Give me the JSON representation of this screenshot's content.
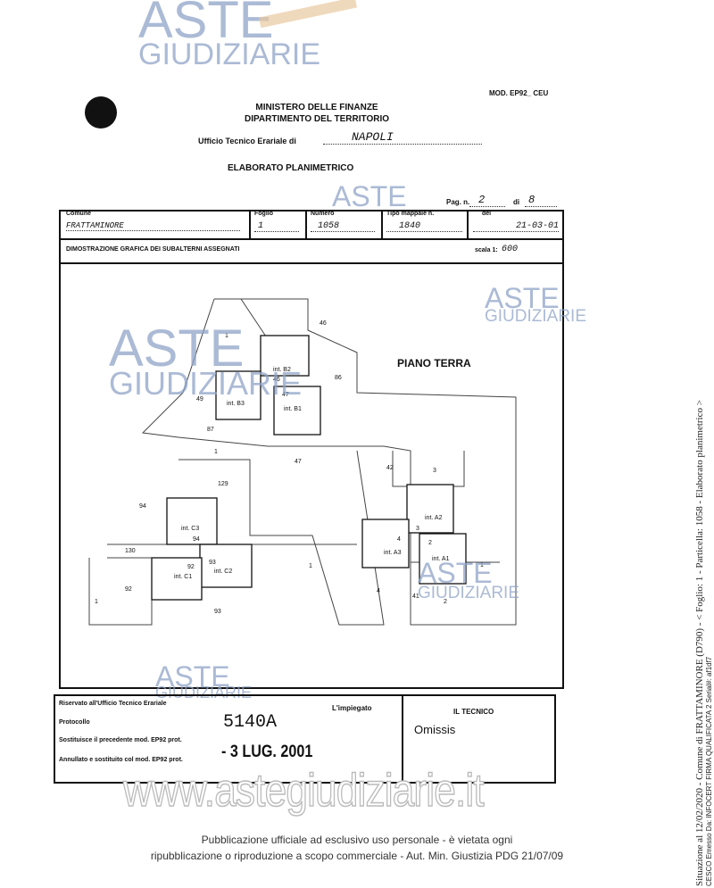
{
  "watermark": {
    "line1": "ASTE",
    "line2": "GIUDIZIARIE",
    "url": "www.astegiudiziarie.it"
  },
  "header": {
    "model": "MOD. EP92_ CEU",
    "ministry": "MINISTERO DELLE FINANZE",
    "department": "DIPARTIMENTO DEL TERRITORIO",
    "office_label": "Ufficio Tecnico Erariale di",
    "office_value": "NAPOLI",
    "title": "ELABORATO PLANIMETRICO",
    "page_label": "Pag. n.",
    "page_value": "2",
    "of_label": "di",
    "of_value": "8"
  },
  "fields": {
    "comune_label": "Comune",
    "comune_value": "FRATTAMINORE",
    "foglio_label": "Foglio",
    "foglio_value": "1",
    "numero_label": "Numero",
    "numero_value": "1058",
    "tipo_label": "Tipo mappale n.",
    "tipo_value": "1840",
    "del_label": "del",
    "del_value": "21-03-01",
    "section_title": "DIMOSTRAZIONE GRAFICA DEI SUBALTERNI ASSEGNATI",
    "scale_label": "scala 1:",
    "scale_value": "600"
  },
  "plan": {
    "floor_label": "PIANO TERRA",
    "labels": [
      "1",
      "46",
      "int. B2",
      "86",
      "49",
      "46",
      "47",
      "int. B3",
      "int. B1",
      "87",
      "1",
      "47",
      "129",
      "94",
      "int. C3",
      "94",
      "130",
      "92",
      "int. C2",
      "93",
      "92",
      "int. C1",
      "93",
      "1",
      "92",
      "1",
      "42",
      "3",
      "int. A2",
      "4",
      "3",
      "2",
      "int. A3",
      "int. A1",
      "1",
      "4",
      "41",
      "2"
    ]
  },
  "footer_box": {
    "reserved": "Riservato all'Ufficio Tecnico Erariale",
    "protocol_label": "Protocollo",
    "protocol_value": "5140A",
    "replace_label": "Sostituisce il precedente mod. EP92 prot.",
    "date_stamp": "- 3 LUG. 2001",
    "cancel_label": "Annullato e sostituito col mod. EP92 prot.",
    "official_label": "L'impiegato",
    "technician_label": "IL TECNICO",
    "technician_value": "Omissis"
  },
  "notice": {
    "line1": "Pubblicazione ufficiale ad esclusivo uso personale - è vietata ogni",
    "line2": "ripubblicazione o riproduzione a scopo commerciale - Aut. Min. Giustizia PDG 21/07/09"
  },
  "side": {
    "line1": "Situazione al 12/02/2020 - Comune di FRATTAMINORE (D790) - < Foglio: 1 - Particella: 1058 - Elaborato planimetrico >",
    "line2": "CESCO Emesso Da: INFOCERT FIRMA QUALIFICATA 2 Serial#: af1df7"
  }
}
